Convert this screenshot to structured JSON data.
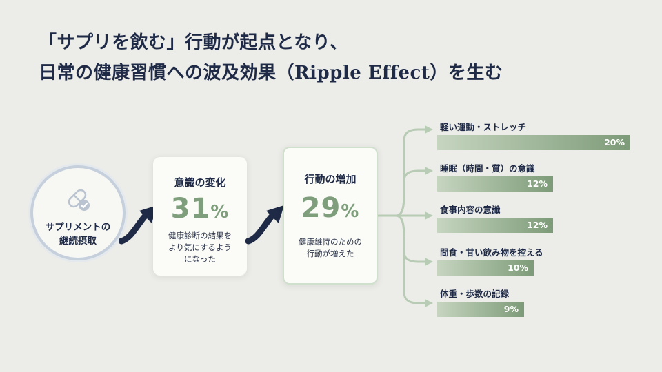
{
  "title": {
    "line1": "「サプリを飲む」行動が起点となり、",
    "line2": "日常の健康習慣への波及効果（Ripple Effect）を生む"
  },
  "source": {
    "label": "サプリメントの\n継続摂取",
    "icon": "supplement-capsule-check-icon"
  },
  "awareness": {
    "title": "意識の変化",
    "value": "31",
    "unit": "%",
    "desc": "健康診断の結果を\nより気にするよう\nになった"
  },
  "action": {
    "title": "行動の増加",
    "value": "29",
    "unit": "%",
    "desc": "健康維持のための\n行動が増えた"
  },
  "outcomes": [
    {
      "label": "軽い運動・ストレッチ",
      "value": "20%",
      "pct": 20
    },
    {
      "label": "睡眠（時間・質）の意識",
      "value": "12%",
      "pct": 12
    },
    {
      "label": "食事内容の意識",
      "value": "12%",
      "pct": 12
    },
    {
      "label": "間食・甘い飲み物を控える",
      "value": "10%",
      "pct": 10
    },
    {
      "label": "体重・歩数の記録",
      "value": "9%",
      "pct": 9
    }
  ],
  "colors": {
    "navy": "#1e2a46",
    "green": "#7d9b78",
    "green_light": "#c6d5c0"
  }
}
